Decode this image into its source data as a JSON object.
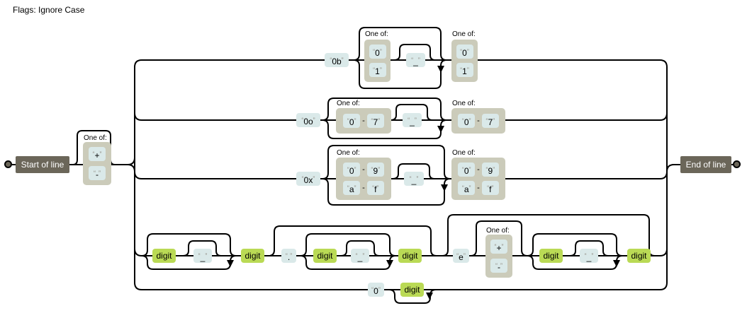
{
  "flags_label": "Flags: Ignore Case",
  "charset_heading": "One of:",
  "range_separator": "-",
  "quotes": {
    "open": "“",
    "close": "”"
  },
  "anchors": {
    "start": "Start of line",
    "end": "End of line"
  },
  "nodes": {
    "sign_plus": "+",
    "sign_minus": "-",
    "prefix_binary": "0b",
    "digit_zero": "0",
    "digit_one": "1",
    "underscore": "_",
    "prefix_octal": "0o",
    "digit_seven": "7",
    "prefix_hex": "0x",
    "digit_nine": "9",
    "letter_a": "a",
    "letter_f": "f",
    "escape_digit": "digit",
    "dot": ".",
    "letter_e": "e"
  },
  "colors": {
    "line": "#000000",
    "anchor_bg": "#6b6659",
    "anchor_text": "#ffffff",
    "literal_bg": "#dae9e9",
    "escape_bg": "#bada55",
    "charset_bg": "#cbcbba",
    "quote": "#908c83"
  }
}
